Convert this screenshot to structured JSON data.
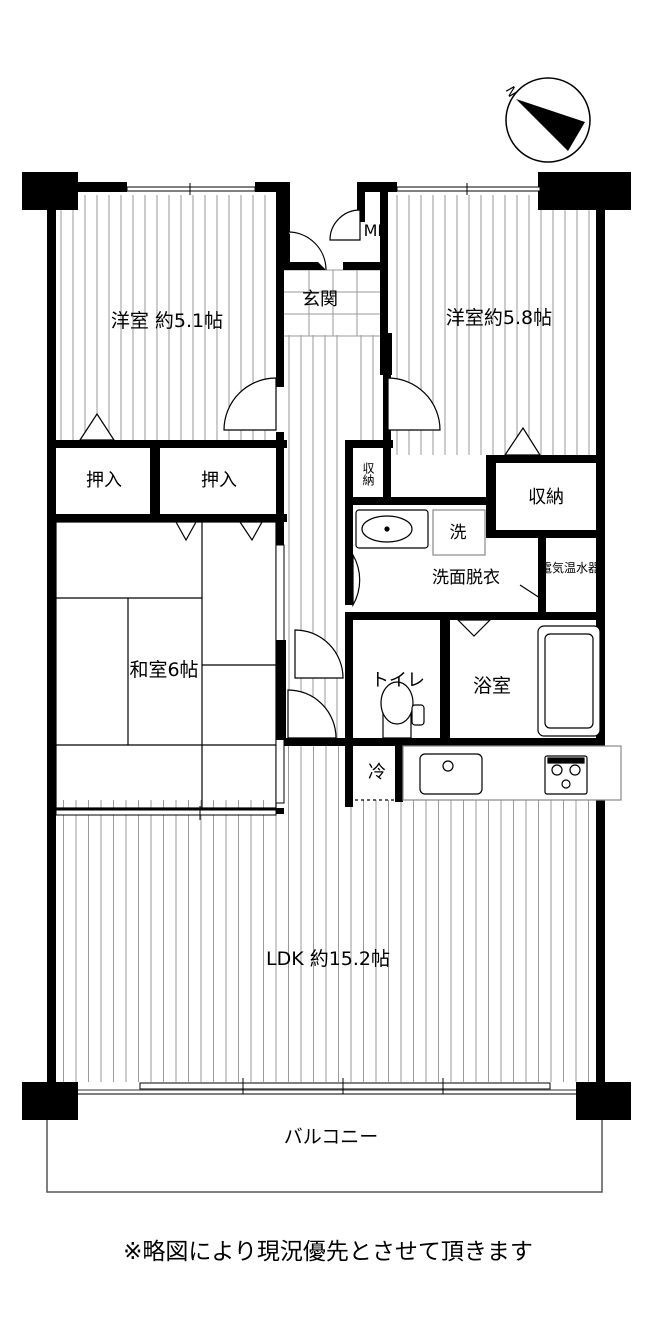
{
  "rooms": {
    "western_room_1": "洋室 約5.1帖",
    "western_room_2": "洋室約5.8帖",
    "entrance": "玄関",
    "meter_box": "MB",
    "closet_left_1": "押入",
    "closet_left_2": "押入",
    "storage_small": "収納",
    "storage_right": "収納",
    "washer": "洗",
    "washroom": "洗面脱衣",
    "water_heater": "電気温水器",
    "japanese_room": "和室6帖",
    "toilet": "トイレ",
    "bathroom": "浴室",
    "fridge": "冷",
    "ldk": "LDK 約15.2帖",
    "balcony": "バルコニー"
  },
  "compass": {
    "north_label": "N"
  },
  "note": "※略図により現況優先とさせて頂きます",
  "colors": {
    "wall": "#000000",
    "floor_line": "#9a9a9a",
    "background": "#ffffff"
  }
}
